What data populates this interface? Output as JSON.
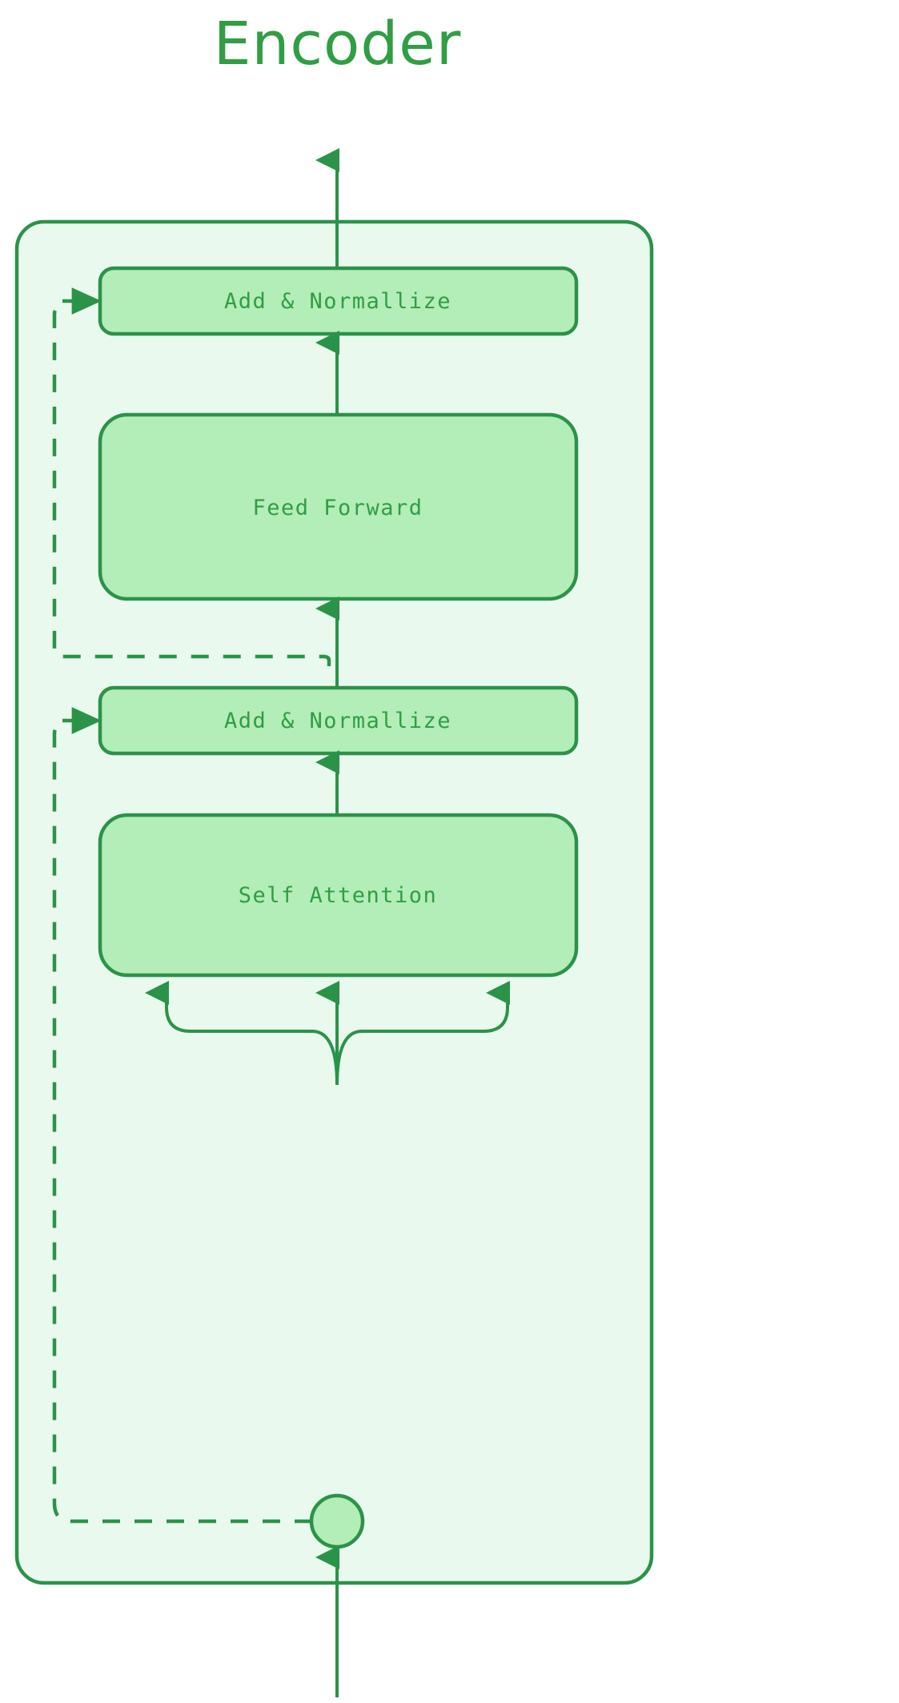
{
  "diagram": {
    "title": "Encoder",
    "type": "transformer-encoder-block",
    "theme": {
      "page_background": "#ffffff",
      "title_color": "#2f9e44",
      "container_fill": "#e9f9ee",
      "container_stroke": "#2b9348",
      "node_fill": "#b3edb8",
      "node_stroke": "#2b9348",
      "label_color": "#2f9e44",
      "edge_color": "#2b9348",
      "circle_fill": "#b3edb8"
    },
    "container": {
      "name": "encoder-block"
    },
    "nodes": [
      {
        "id": "add-norm-top",
        "label": "Add & Normallize",
        "shape": "rounded-rect"
      },
      {
        "id": "feed-forward",
        "label": "Feed Forward",
        "shape": "rounded-rect"
      },
      {
        "id": "add-norm-bottom",
        "label": "Add & Normallize",
        "shape": "rounded-rect"
      },
      {
        "id": "self-attention",
        "label": "Self Attention",
        "shape": "rounded-rect"
      },
      {
        "id": "split-node",
        "label": "",
        "shape": "circle"
      }
    ],
    "edges": [
      {
        "from": "add-norm-top",
        "to": "output",
        "style": "solid",
        "direction": "up"
      },
      {
        "from": "feed-forward",
        "to": "add-norm-top",
        "style": "solid",
        "direction": "up"
      },
      {
        "from": "add-norm-bottom",
        "to": "feed-forward",
        "style": "solid",
        "direction": "up"
      },
      {
        "from": "self-attention",
        "to": "add-norm-bottom",
        "style": "solid",
        "direction": "up"
      },
      {
        "from": "split-node",
        "to": "self-attention",
        "style": "solid",
        "direction": "up-fan-3"
      },
      {
        "from": "input",
        "to": "split-node",
        "style": "solid",
        "direction": "up"
      },
      {
        "from": "add-norm-bottom-residual",
        "to": "add-norm-top",
        "style": "dashed",
        "direction": "left-up-right"
      },
      {
        "from": "split-node-residual",
        "to": "add-norm-bottom",
        "style": "dashed",
        "direction": "left-up-right"
      }
    ]
  }
}
